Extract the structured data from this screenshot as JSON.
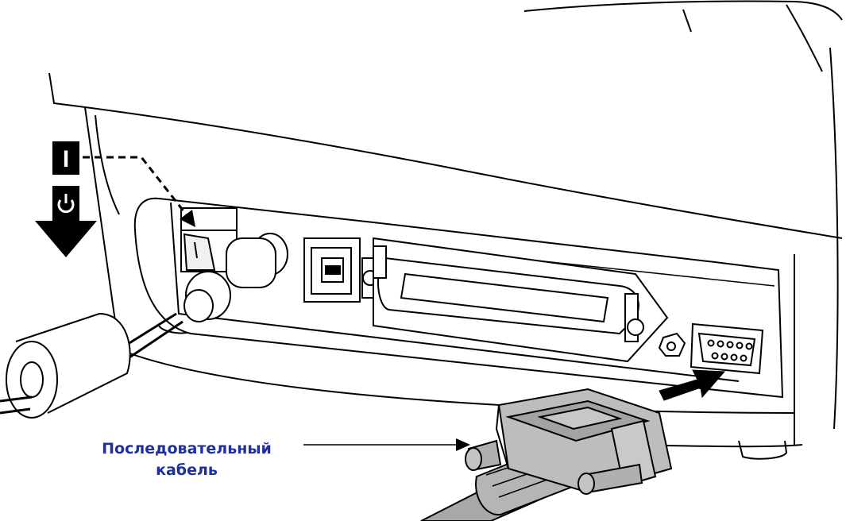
{
  "callout": {
    "line1": "Последовательный",
    "line2": "кабель"
  },
  "switch_badge": {
    "on_symbol": "I",
    "power_icon": "power-icon"
  },
  "colors": {
    "label_text": "#1f2fa0",
    "line": "#000000",
    "cable_gray": "#b9b9b9",
    "cable_dark": "#8f8f8f",
    "badge": "#000000"
  }
}
